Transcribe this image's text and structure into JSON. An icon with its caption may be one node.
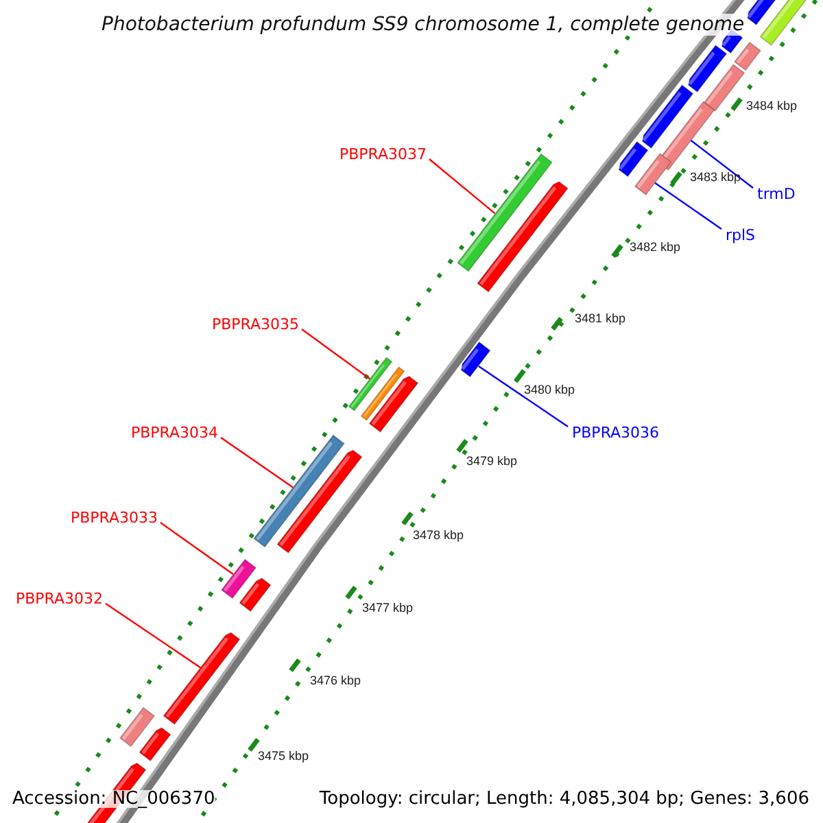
{
  "diagram": {
    "title": "Photobacterium profundum SS9 chromosome 1, complete genome",
    "nodes": [
      {
        "text": [],
        "shape": "bar"
      },
      {
        "text": [],
        "shape": "bar"
      },
      {
        "text": [],
        "shape": "bar"
      },
      {
        "text": [],
        "shape": "bar"
      },
      {
        "text": [],
        "shape": "bar"
      },
      {
        "text": [],
        "shape": "bar"
      },
      {
        "text": [],
        "shape": "bar"
      },
      {
        "text": [],
        "shape": "bar"
      },
      {
        "text": [
          "PBPRA3037"
        ]
      },
      {
        "text": [],
        "shape": "bar"
      },
      {
        "text": [],
        "shape": "bar"
      },
      {
        "text": [
          "trmD"
        ]
      },
      {
        "text": [],
        "shape": "bar"
      },
      {
        "text": [],
        "shape": "bar"
      },
      {
        "text": [
          "rplS"
        ]
      },
      {
        "text": [
          "PBPRA3035"
        ]
      },
      {
        "text": [],
        "shape": "bar"
      },
      {
        "text": [],
        "shape": "bar"
      },
      {
        "text": [],
        "shape": "bar"
      },
      {
        "text": [],
        "shape": "bar"
      },
      {
        "text": [
          "PBPRA3036"
        ]
      },
      {
        "text": [
          "PBPRA3034"
        ]
      },
      {
        "text": [],
        "shape": "bar"
      },
      {
        "text": [],
        "shape": "bar"
      },
      {
        "text": [
          "PBPRA3033"
        ]
      },
      {
        "text": [],
        "shape": "bar"
      },
      {
        "text": [],
        "shape": "bar"
      },
      {
        "text": [
          "PBPRA3032"
        ]
      },
      {
        "text": [],
        "shape": "bar"
      },
      {
        "text": [],
        "shape": "bar"
      },
      {
        "text": [],
        "shape": "bar"
      },
      {
        "text": [],
        "shape": "bar"
      }
    ],
    "edges": [
      {
        "from": 8,
        "to": 12,
        "arrow": "none"
      },
      {
        "from": 11,
        "to": 7,
        "arrow": "none",
        "color": "#0000ff"
      },
      {
        "from": 14,
        "to": 10,
        "arrow": "none",
        "color": "#0000ff"
      },
      {
        "from": 15,
        "to": 17,
        "arrow": "none"
      },
      {
        "from": 20,
        "to": 16,
        "arrow": "none",
        "color": "#0000ff"
      },
      {
        "from": 21,
        "to": 22,
        "arrow": "none"
      },
      {
        "from": 24,
        "to": 25,
        "arrow": "none"
      },
      {
        "from": 27,
        "to": 28,
        "arrow": "none"
      }
    ],
    "labels": [
      "3484 kbp",
      "3483 kbp",
      "3482 kbp",
      "3481 kbp",
      "3480 kbp",
      "3479 kbp",
      "3478 kbp",
      "3477 kbp",
      "3476 kbp",
      "3475 kbp",
      "Accession: NC_006370",
      "Topology: circular; Length: 4,085,304 bp; Genes: 3,606"
    ]
  }
}
